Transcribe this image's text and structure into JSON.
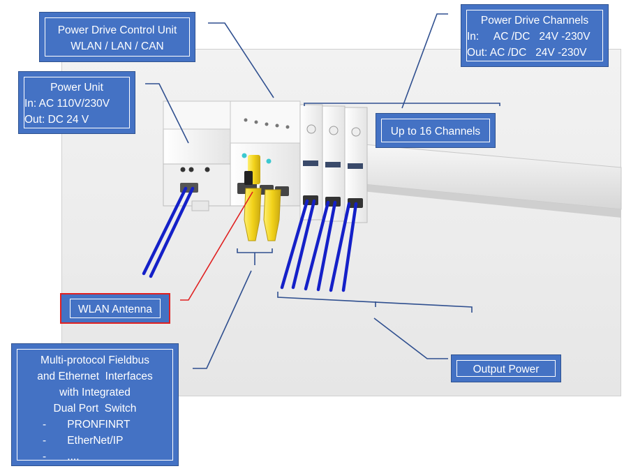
{
  "callouts": {
    "power_drive_control_unit": {
      "lines": [
        "Power Drive Control Unit",
        "WLAN / LAN / CAN"
      ]
    },
    "power_unit": {
      "lines": [
        "Power Unit",
        "In: AC 110V/230V",
        "Out: DC 24 V"
      ]
    },
    "power_drive_channels": {
      "lines": [
        "Power Drive Channels",
        "In:     AC /DC   24V -230V",
        "Out: AC /DC   24V -230V"
      ]
    },
    "up_to_16_channels": {
      "lines": [
        "Up to 16 Channels"
      ]
    },
    "wlan_antenna": {
      "lines": [
        "WLAN Antenna"
      ]
    },
    "fieldbus_interfaces": {
      "lines": [
        "Multi-protocol Fieldbus",
        "and Ethernet  Interfaces",
        "with Integrated",
        "Dual Port  Switch",
        "-       PRONFINRT",
        "-       EtherNet/IP",
        "-       ...."
      ]
    },
    "output_power": {
      "lines": [
        "Output Power"
      ]
    }
  },
  "colors": {
    "callout_fill": "#4472c4",
    "callout_border": "#2f528f",
    "leader_line": "#2f4f8f",
    "wlan_leader": "#e02020",
    "cable_blue": "#1420c8",
    "connector_yellow": "#f2d21a",
    "module_white": "#f4f4f4"
  }
}
